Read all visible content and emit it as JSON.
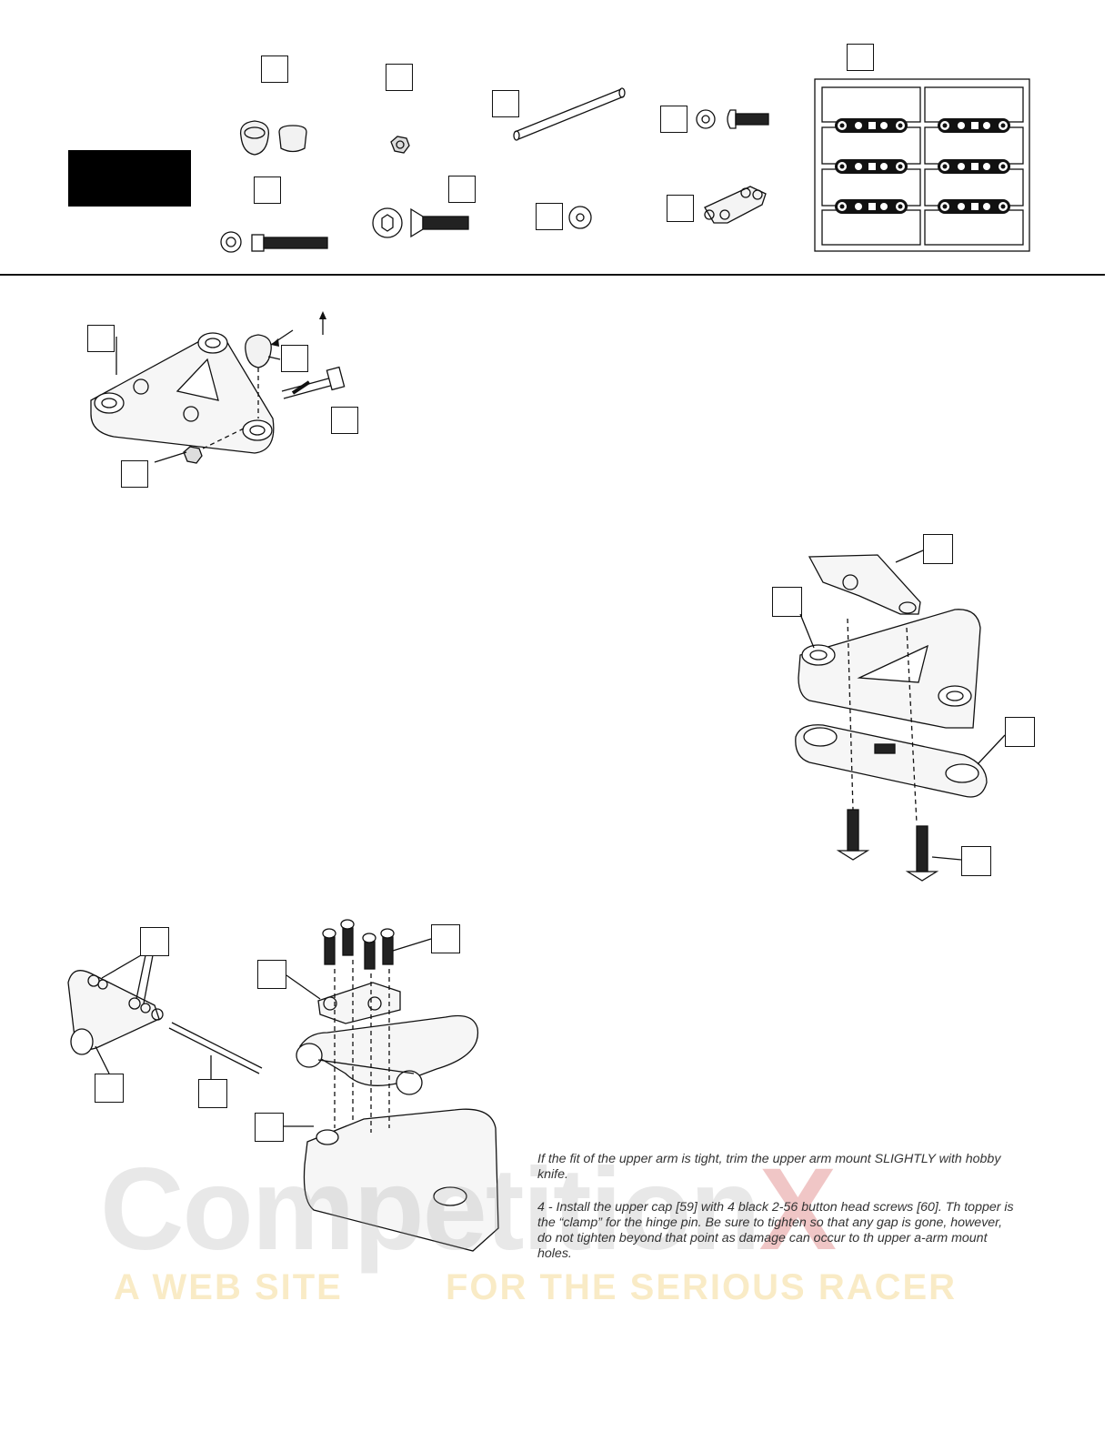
{
  "instructions": {
    "note_fit": "If the fit of the upper arm is tight, trim the upper arm mount SLIGHTLY with hobby knife.",
    "step_4": "4 - Install the upper cap [59] with 4 black 2-56 button head screws [60]. Th topper is the “clamp” for the hinge pin. Be sure to tighten so that any gap is gone, however, do not tighten beyond that point as damage can occur to th upper a-arm mount holes."
  },
  "watermark": {
    "brand_prefix": "Comp",
    "brand_middle": "etition",
    "brand_suffix": "X",
    "tagline_left": "A WEB SITE",
    "tagline_right": "FOR THE SERIOUS RACER",
    "colors": {
      "gray": "#9a9a9a",
      "red": "#c00000",
      "gold": "#e8a800"
    }
  }
}
